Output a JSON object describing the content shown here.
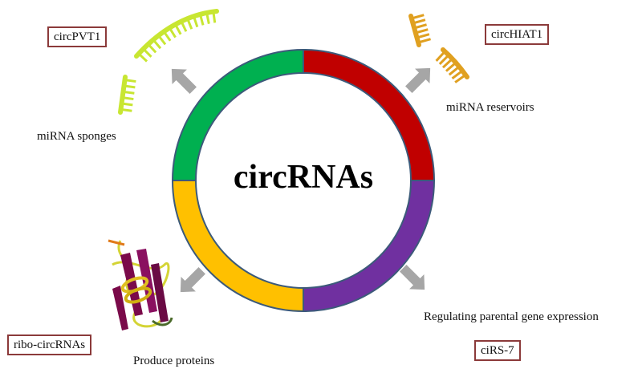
{
  "center_label": "circRNAs",
  "colors": {
    "ring_outline": "#3c5a7a",
    "segment_top_right": "#c00000",
    "segment_bottom_right": "#7030a0",
    "segment_bottom_left": "#ffc000",
    "segment_top_left": "#00b050",
    "arrow": "#a6a6a6",
    "label_border": "#8b3a3a",
    "sponge": "#c8e632",
    "reservoir": "#e0a020"
  },
  "functions": [
    {
      "id": "sponges",
      "caption": "miRNA sponges",
      "example": "circPVT1",
      "icon": "mirna-sponge-icon"
    },
    {
      "id": "reservoirs",
      "caption": "miRNA reservoirs",
      "example": "circHIAT1",
      "icon": "mirna-reservoir-icon"
    },
    {
      "id": "gene-expression",
      "caption": "Regulating parental gene expression",
      "example": "ciRS-7",
      "icon": ""
    },
    {
      "id": "proteins",
      "caption": "Produce proteins",
      "example": "ribo-circRNAs",
      "icon": "protein-structure-icon"
    }
  ]
}
